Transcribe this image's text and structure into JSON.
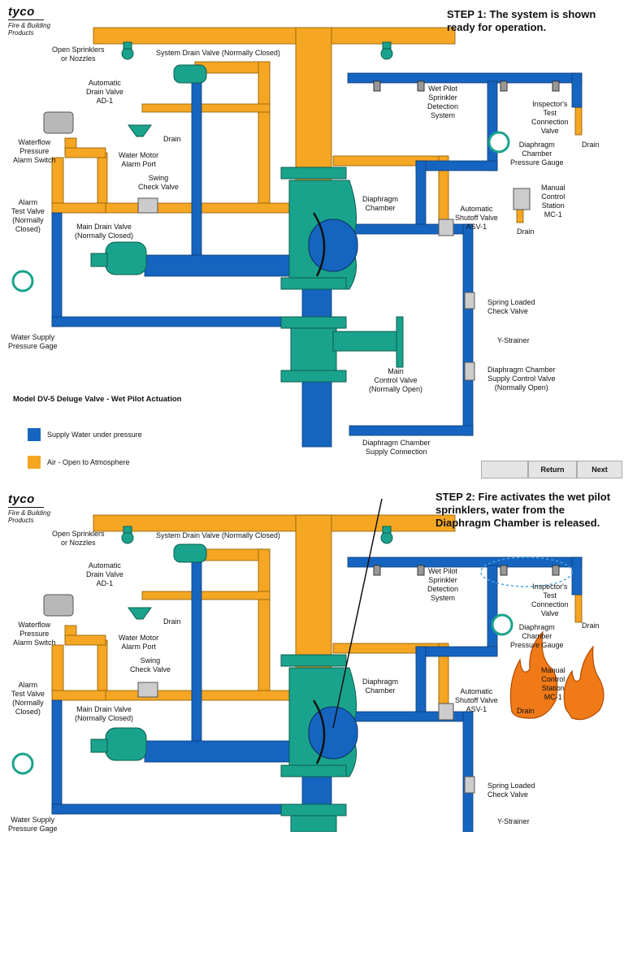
{
  "logo": {
    "brand": "tyco",
    "tagline": "Fire & Building\nProducts"
  },
  "panels": [
    {
      "step_text": "STEP 1: The system is shown\nready for operation.",
      "labels": {
        "open_sprinklers": "Open Sprinklers\nor Nozzles",
        "system_drain_valve": "System Drain Valve (Normally Closed)",
        "automatic_drain_valve": "Automatic\nDrain Valve\nAD-1",
        "drain_ad1": "Drain",
        "waterflow_switch": "Waterflow\nPressure\nAlarm Switch",
        "water_motor_alarm": "Water Motor\nAlarm Port",
        "swing_check": "Swing\nCheck Valve",
        "alarm_test_valve": "Alarm\nTest Valve\n(Normally\nClosed)",
        "main_drain_valve": "Main Drain Valve\n(Normally Closed)",
        "water_supply_gage": "Water Supply\nPressure Gage",
        "wet_pilot": "Wet Pilot\nSprinkler\nDetection\nSystem",
        "inspectors_test": "Inspector's\nTest\nConnection\nValve",
        "drain_inspector": "Drain",
        "diaphragm_gauge": "Diaphragm\nChamber\nPressure Gauge",
        "manual_control": "Manual\nControl\nStation\nMC-1",
        "drain_mc1": "Drain",
        "diaphragm_chamber": "Diaphragm\nChamber",
        "automatic_shutoff": "Automatic\nShutoff Valve\nASV-1",
        "spring_check": "Spring Loaded\nCheck Valve",
        "y_strainer": "Y-Strainer",
        "diaphragm_supply_control": "Diaphragm Chamber\nSupply Control Valve\n(Normally Open)",
        "main_control": "Main\nControl Valve\n(Normally Open)",
        "diaphragm_supply_connection": "Diaphragm Chamber\nSupply Connection"
      }
    },
    {
      "step_text": "STEP 2: Fire activates the wet pilot\nsprinklers, water from the\nDiaphragm Chamber is released.",
      "labels": {
        "open_sprinklers": "Open Sprinklers\nor Nozzles",
        "system_drain_valve": "System Drain Valve (Normally Closed)",
        "automatic_drain_valve": "Automatic\nDrain Valve\nAD-1",
        "drain_ad1": "Drain",
        "waterflow_switch": "Waterflow\nPressure\nAlarm Switch",
        "water_motor_alarm": "Water Motor\nAlarm Port",
        "swing_check": "Swing\nCheck Valve",
        "alarm_test_valve": "Alarm\nTest Valve\n(Normally\nClosed)",
        "main_drain_valve": "Main Drain Valve\n(Normally Closed)",
        "water_supply_gage": "Water Supply\nPressure Gage",
        "wet_pilot": "Wet Pilot\nSprinkler\nDetection\nSystem",
        "inspectors_test": "Inspector's\nTest\nConnection\nValve",
        "drain_inspector": "Drain",
        "diaphragm_gauge": "Diaphragm\nChamber\nPressure Gauge",
        "manual_control": "Manual\nControl\nStation\nMC-1",
        "drain_mc1": "Drain",
        "diaphragm_chamber": "Diaphragm\nChamber",
        "automatic_shutoff": "Automatic\nShutoff Valve\nASV-1",
        "spring_check": "Spring Loaded\nCheck Valve",
        "y_strainer": "Y-Strainer"
      }
    }
  ],
  "caption": "Model DV-5 Deluge Valve - Wet Pilot Actuation",
  "legend": [
    {
      "color": "#1565c0",
      "label": "Supply Water under pressure"
    },
    {
      "color": "#f5a623",
      "label": "Air - Open to Atmosphere"
    }
  ],
  "colors": {
    "water": "#1565c0",
    "air": "#f5a623",
    "valve": "#1aa38c",
    "fire": "#f07a18"
  },
  "buttons": {
    "blank": "",
    "return": "Return",
    "next": "Next"
  },
  "icons": [
    "sprinkler-icon",
    "pressure-gauge-icon",
    "alarm-switch-icon",
    "funnel-drain-icon",
    "fire-icon"
  ]
}
